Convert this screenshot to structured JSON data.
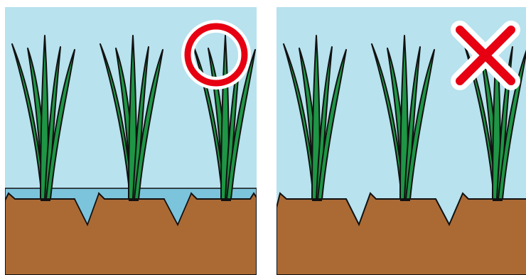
{
  "colors": {
    "sky": "#b7e2ee",
    "water": "#7cc4dc",
    "soil": "#ab6a34",
    "leaf": "#1e9645",
    "outline": "#111111",
    "correct_mark": "#e60012",
    "wrong_mark": "#e60012"
  },
  "panels": [
    {
      "id": "flooded-field",
      "verdict_icon": "circle-correct-icon",
      "water_present": true,
      "plant_count": 3
    },
    {
      "id": "dry-field",
      "verdict_icon": "cross-wrong-icon",
      "water_present": false,
      "plant_count": 3
    }
  ]
}
